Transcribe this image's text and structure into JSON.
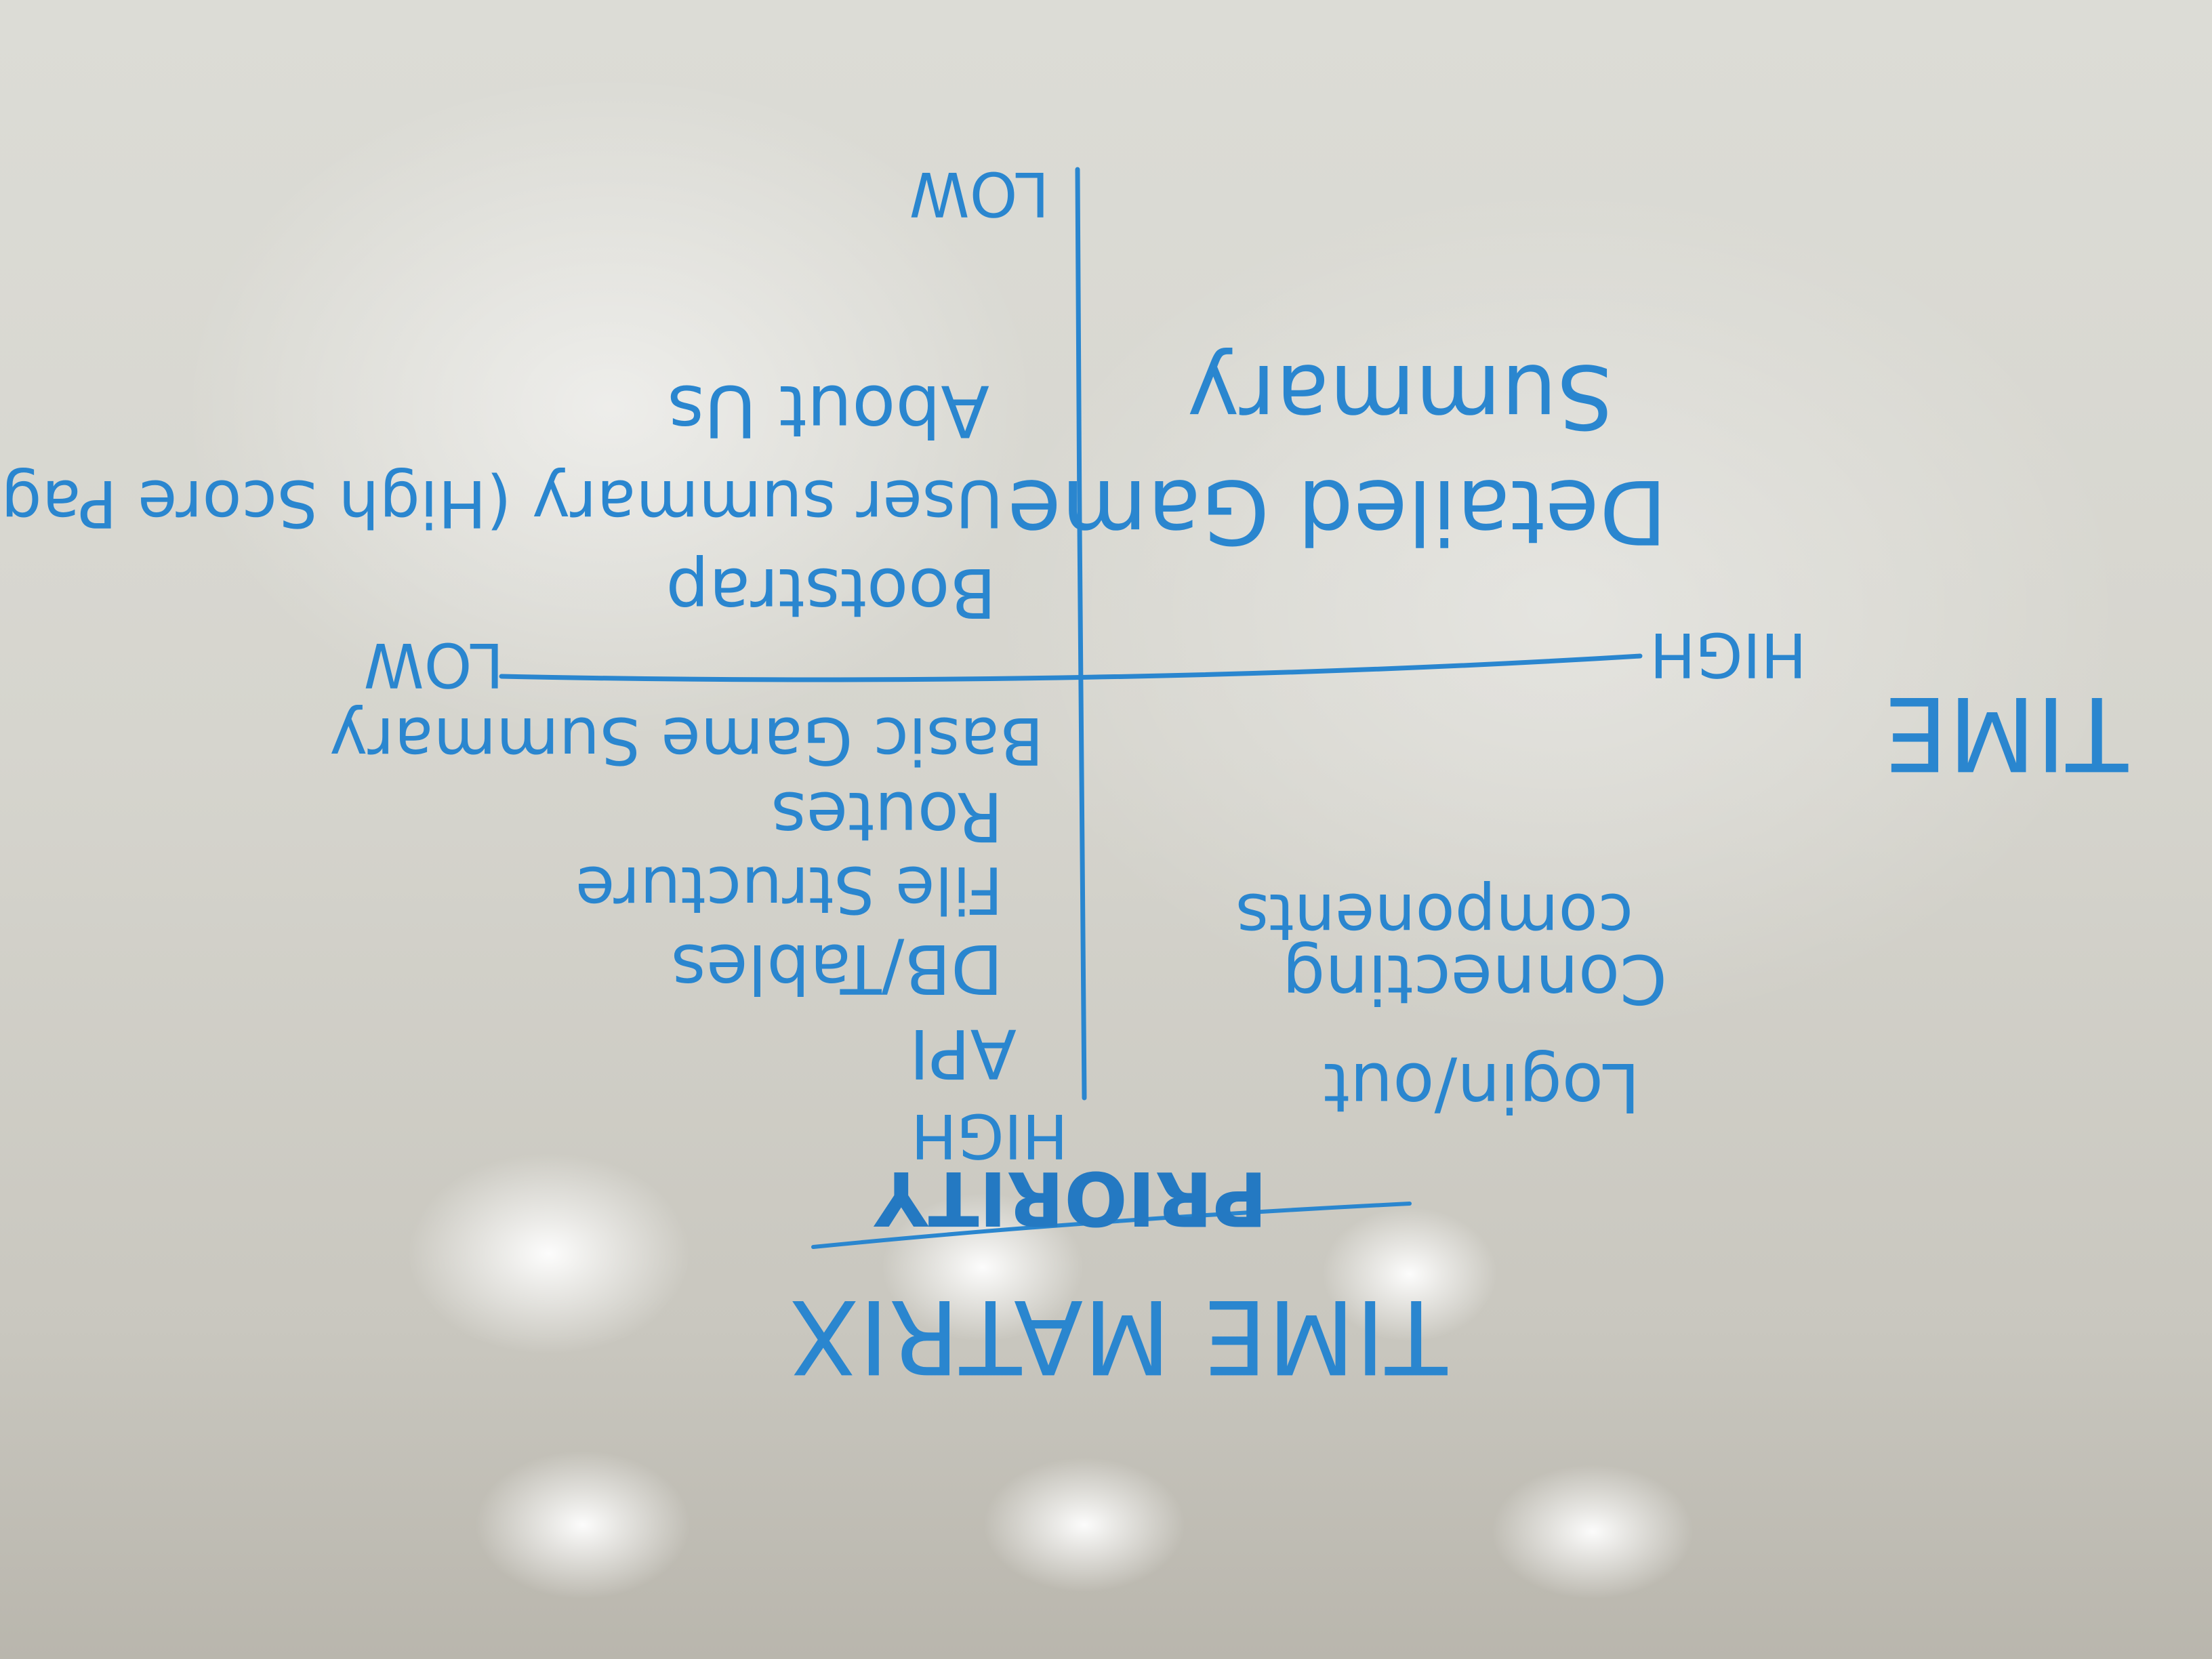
{
  "board": {
    "colors": {
      "ink": "#2a86cf",
      "whiteboard": "#d8d7d0"
    },
    "title": {
      "line1": "TIME MATRIX",
      "line2": "PRIORITY"
    },
    "axes": {
      "time_label": "TIME",
      "priority_high": "HIGH",
      "priority_low": "LOW",
      "time_high": "HIGH",
      "time_low": "LOW"
    },
    "quadrants": {
      "high_priority_low_time": [
        "API",
        "DB/Tables",
        "File Structure",
        "Routes",
        "Basic Game Summary"
      ],
      "high_priority_high_time": [
        "Login/out",
        "Connecting",
        "components"
      ],
      "low_priority_low_time": [
        "Bootstrap",
        "User summary (High Score Page)",
        "About Us"
      ],
      "low_priority_high_time": [
        "Detailed Game",
        "Summary"
      ]
    }
  }
}
